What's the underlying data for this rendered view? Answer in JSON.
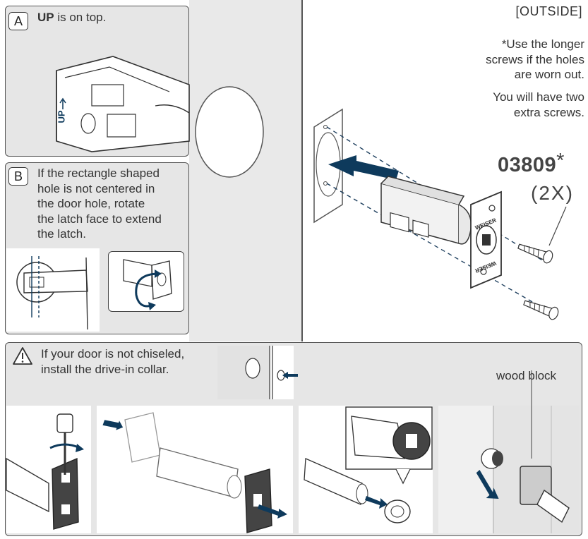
{
  "outside_label": "[OUTSIDE]",
  "screw_note": [
    "*Use the longer",
    "screws if the holes",
    "are worn out."
  ],
  "extra_note": [
    "You will have two",
    "extra screws."
  ],
  "part": {
    "number": "03809",
    "asterisk": "*",
    "qty": "(2X)"
  },
  "step_a": {
    "tag": "A",
    "bold": "UP",
    "text": " is on top.",
    "latch_mark": "UP"
  },
  "step_b": {
    "tag": "B",
    "lines": [
      "If the rectangle shaped",
      "hole is not centered in",
      "the door hole, rotate",
      "the latch face to extend",
      "the latch."
    ]
  },
  "faceplate_brand": "WEISER",
  "chisel": {
    "lines": [
      "If your door is not chiseled,",
      "install the drive-in collar."
    ],
    "wood_block_label": "wood block"
  },
  "colors": {
    "accent": "#0e3a5c",
    "panel_bg": "#e6e6e6",
    "door": "#ececec",
    "outline": "#555555"
  },
  "icons": [
    "warning-icon",
    "arrow-icon",
    "rotate-icon",
    "screw-icon",
    "screwdriver-icon",
    "hammer-icon"
  ]
}
